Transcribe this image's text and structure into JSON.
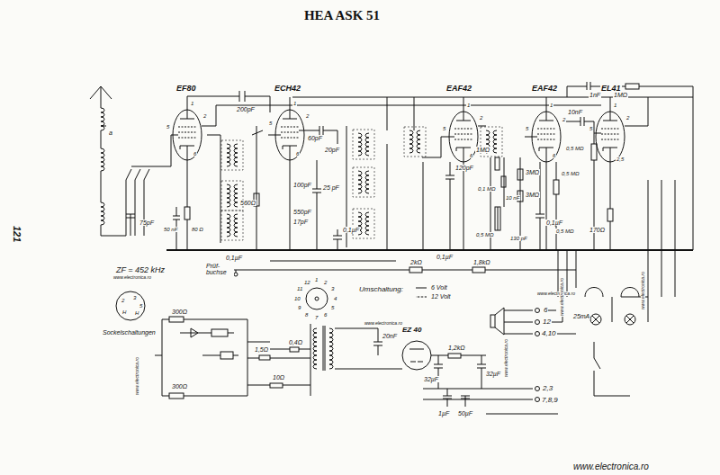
{
  "diagram": {
    "title": "HEA ASK 51",
    "labels": [
      "EF80",
      "ECH42",
      "EAF42",
      "EAF42",
      "EL41",
      "200pF",
      "60pF",
      "20pF",
      "25 pF",
      "100pF",
      "550pF",
      "17pF",
      "75pF",
      "560Ω",
      "50 nF",
      "80 Ω",
      "0,1µF",
      "Prüf- buchse",
      "0,1µF",
      "0,1µF",
      "2kΩ",
      "1,8kΩ",
      "120pF",
      "1MΩ",
      "0,1 MΩ",
      "10 nF",
      "3MΩ",
      "3MΩ",
      "0,5 MΩ",
      "0,1µF",
      "0,5 MΩ",
      "1nF",
      "1MΩ",
      "10nF",
      "0,5 MΩ",
      "170Ω",
      "2,5",
      "0,5 MΩ",
      "130 pF",
      "ZF = 452 kHz",
      "Sockelschaltungen",
      "Umschaltung:",
      "6 Volt",
      "12 Volt",
      "6",
      "12",
      "4,10",
      "25mA",
      "2,3",
      "7,8,9",
      "EZ 40",
      "20nF",
      "32µF",
      "32µF",
      "1,2kΩ",
      "1µF",
      "50µF",
      "300Ω",
      "300Ω",
      "1,5Ω",
      "0,4Ω",
      "10Ω",
      "121",
      "www.electronica.ro",
      "www.electronica.ro",
      "www.electronica.ro",
      "www.electronica.ro",
      "www.electronica.ro",
      "www.electronica.ro",
      "www.electronica.ro",
      "www.electronica.ro",
      "a",
      "2",
      "3",
      "5",
      "H",
      "H",
      "1",
      "2",
      "3",
      "4",
      "5",
      "6",
      "7",
      "8",
      "9",
      "10",
      "11",
      "12",
      "1",
      "2",
      "5",
      "6",
      "1",
      "2",
      "5",
      "6",
      "1",
      "2",
      "5",
      "6",
      "1",
      "2",
      "5",
      "6",
      "1",
      "2",
      "5"
    ]
  }
}
